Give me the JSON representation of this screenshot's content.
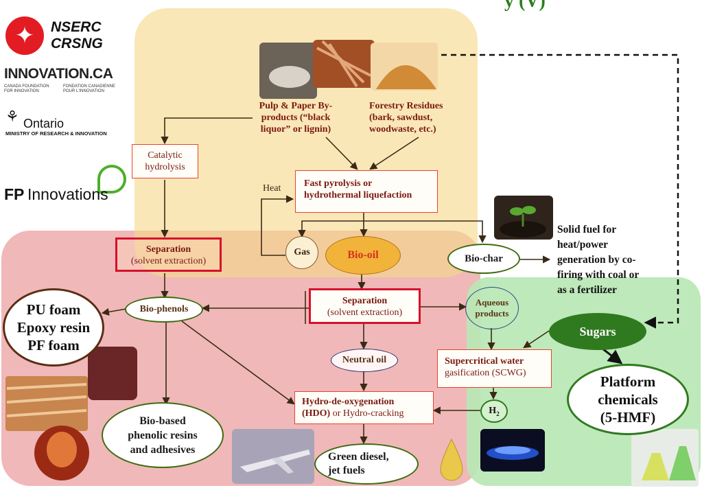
{
  "title_fragment": "y (V)",
  "logos": {
    "nserc_line1": "NSERC",
    "nserc_line2": "CRSNG",
    "innovation_brand": "INNOVATION.CA",
    "innovation_sub1": "CANADA FOUNDATION",
    "innovation_sub2": "FOR INNOVATION",
    "innovation_sub3": "FONDATION CANADIENNE",
    "innovation_sub4": "POUR L'INNOVATION",
    "ontario": "Ontario",
    "ontario_ministry": "MINISTRY OF RESEARCH & INNOVATION",
    "fp_bold": "FP",
    "fp_rest": "Innovations",
    "icon_names": [
      "maple-leaf-icon",
      "fpinnovations-leaf-icon",
      "ontario-trillium-icon"
    ]
  },
  "feedstocks": {
    "pulp_line1": "Pulp & Paper By-",
    "pulp_line2": "products (“black",
    "pulp_line3": "liquor” or lignin)",
    "forestry_line1": "Forestry Residues",
    "forestry_line2": "(bark, sawdust,",
    "forestry_line3": "woodwaste, etc.)"
  },
  "process_boxes": {
    "catalytic_line1": "Catalytic",
    "catalytic_line2": "hydrolysis",
    "pyrolysis_line1": "Fast pyrolysis or",
    "pyrolysis_line2": "hydrothermal liquefaction",
    "separation1_line1": "Separation",
    "separation1_line2": "(solvent extraction)",
    "separation2_line1": "Separation",
    "separation2_line2": "(solvent extraction)",
    "scwg_line1": "Supercritical water",
    "scwg_line2": "gasification (SCWG)",
    "hdo_line1": "Hydro-de-oxygenation",
    "hdo_bold": "(HDO)",
    "hdo_rest": " or Hydro-cracking"
  },
  "nodes": {
    "heat": "Heat",
    "gas": "Gas",
    "bio_oil": "Bio-oil",
    "bio_char": "Bio-char",
    "bio_phenols": "Bio-phenols",
    "aqueous_line1": "Aqueous",
    "aqueous_line2": "products",
    "neutral_oil": "Neutral oil",
    "sugars": "Sugars",
    "h2_main": "H",
    "h2_sub": "2"
  },
  "products": {
    "foam_line1": "PU foam",
    "foam_line2": "Epoxy resin",
    "foam_line3": "PF foam",
    "resins_line1": "Bio-based",
    "resins_line2": "phenolic resins",
    "resins_line3": "and adhesives",
    "fuels_line1": "Green diesel,",
    "fuels_line2": "jet fuels",
    "platform_line1": "Platform",
    "platform_line2": "chemicals",
    "platform_line3": "(5-HMF)",
    "solid_line1": "Solid fuel for",
    "solid_line2": "heat/power",
    "solid_line3": "generation by co-",
    "solid_line4": "firing with coal or",
    "solid_line5": "as a fertilizer"
  },
  "colors": {
    "yellow_region": "#f8e3a6",
    "red_region": "#efb4b4",
    "green_region": "#b9e7b4",
    "box_border": "#e8432d",
    "olive": "#3f6b12",
    "sugars_fill": "#2f7a1f",
    "bio_oil_fill": "#f2b33a",
    "title_green": "#2e7d1f"
  }
}
